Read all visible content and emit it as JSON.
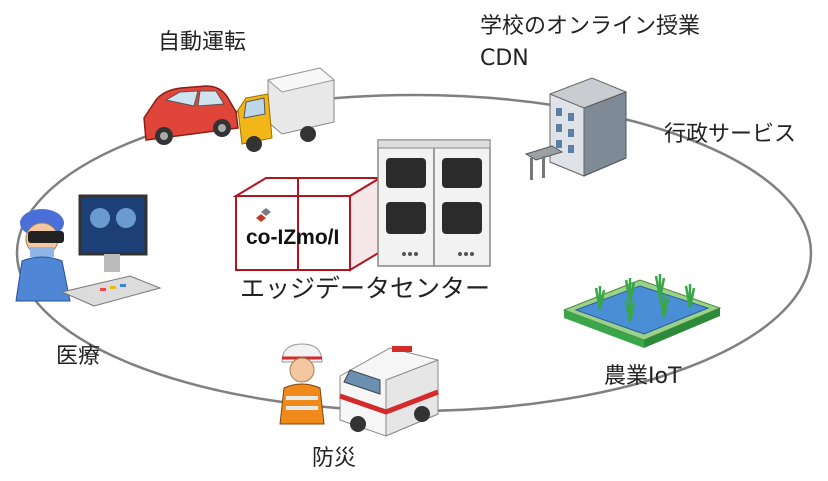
{
  "labels": {
    "autonomous_driving": "自動運転",
    "online_class": "学校のオンライン授業",
    "cdn": "CDN",
    "government": "行政サービス",
    "medical": "医療",
    "agriculture": "農業IoT",
    "disaster": "防災",
    "edge_dc": "エッジデータセンター"
  },
  "product_logo": "co-IZmo/I",
  "colors": {
    "ring": "#808080",
    "container_red": "#b3141f",
    "car_red": "#e0453a",
    "truck_yellow": "#f2b619",
    "ambulance_red": "#d42a2a",
    "water_blue": "#4a8fd6",
    "grass_green": "#3aa64a"
  },
  "icons": [
    "car-icon",
    "truck-icon",
    "school-building-icon",
    "rice-paddy-icon",
    "ambulance-icon",
    "rescue-worker-icon",
    "surgeon-icon",
    "monitor-icon",
    "edge-container-icon",
    "server-rack-icon"
  ]
}
